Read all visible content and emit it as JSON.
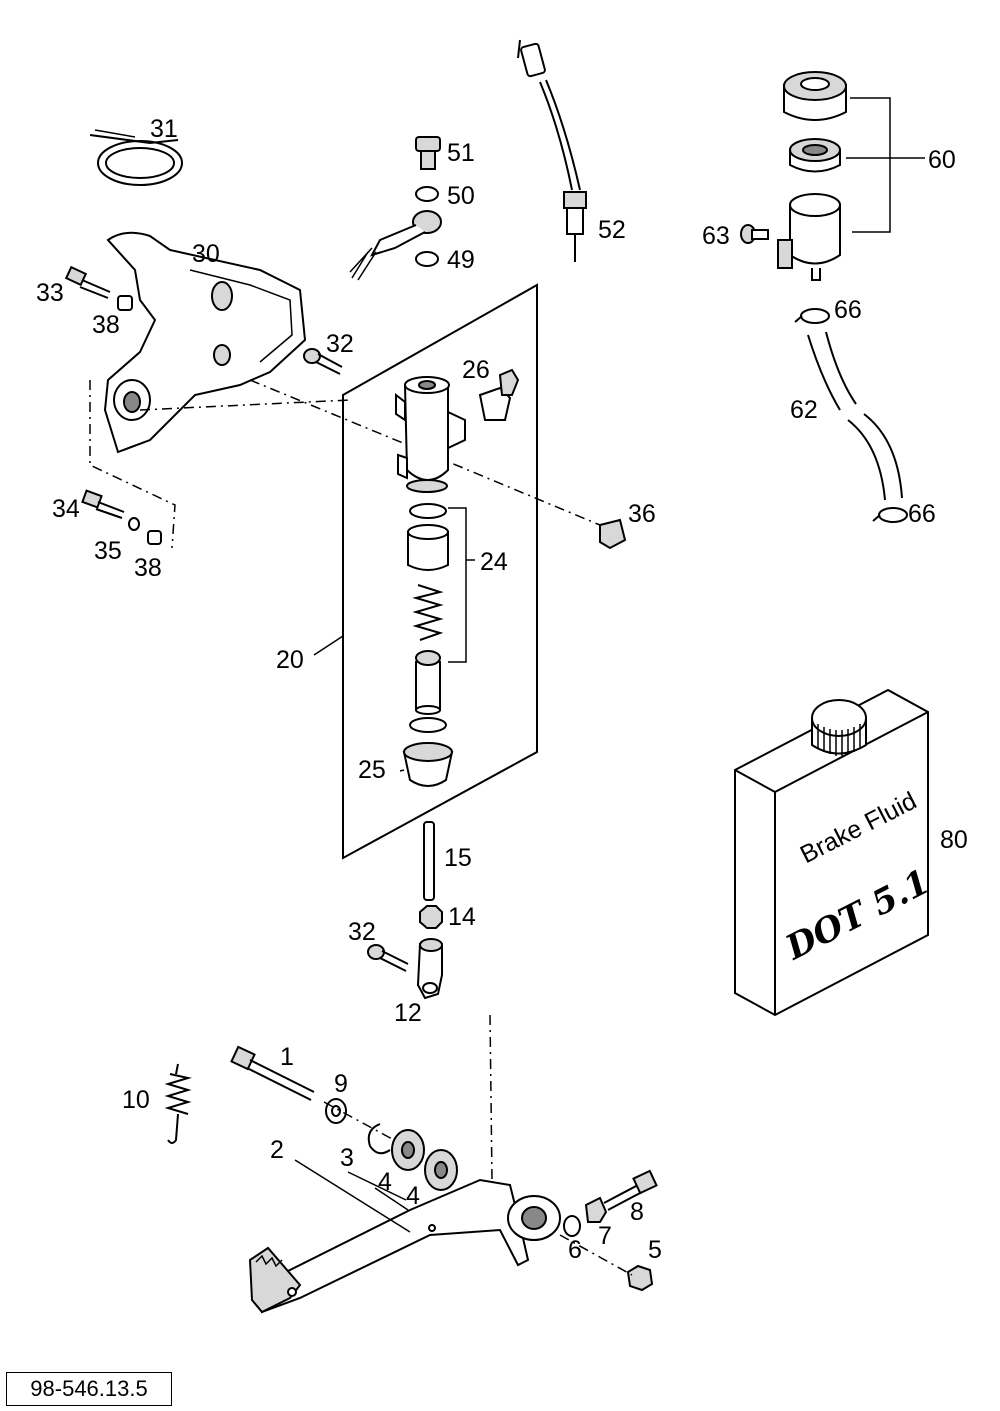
{
  "diagram": {
    "callouts": {
      "c1": "1",
      "c2": "2",
      "c3": "3",
      "c4a": "4",
      "c4b": "4",
      "c5": "5",
      "c6": "6",
      "c7": "7",
      "c8": "8",
      "c9": "9",
      "c10": "10",
      "c12": "12",
      "c14": "14",
      "c15": "15",
      "c20": "20",
      "c24": "24",
      "c25": "25",
      "c26": "26",
      "c30": "30",
      "c31": "31",
      "c32a": "32",
      "c32b": "32",
      "c33": "33",
      "c34": "34",
      "c35": "35",
      "c36": "36",
      "c38a": "38",
      "c38b": "38",
      "c49": "49",
      "c50": "50",
      "c51": "51",
      "c52": "52",
      "c60": "60",
      "c62": "62",
      "c63": "63",
      "c66a": "66",
      "c66b": "66",
      "c80": "80"
    },
    "can_label_line1": "Brake Fluid",
    "can_label_line2": "DOT 5.1",
    "reference_number": "98-546.13.5"
  }
}
